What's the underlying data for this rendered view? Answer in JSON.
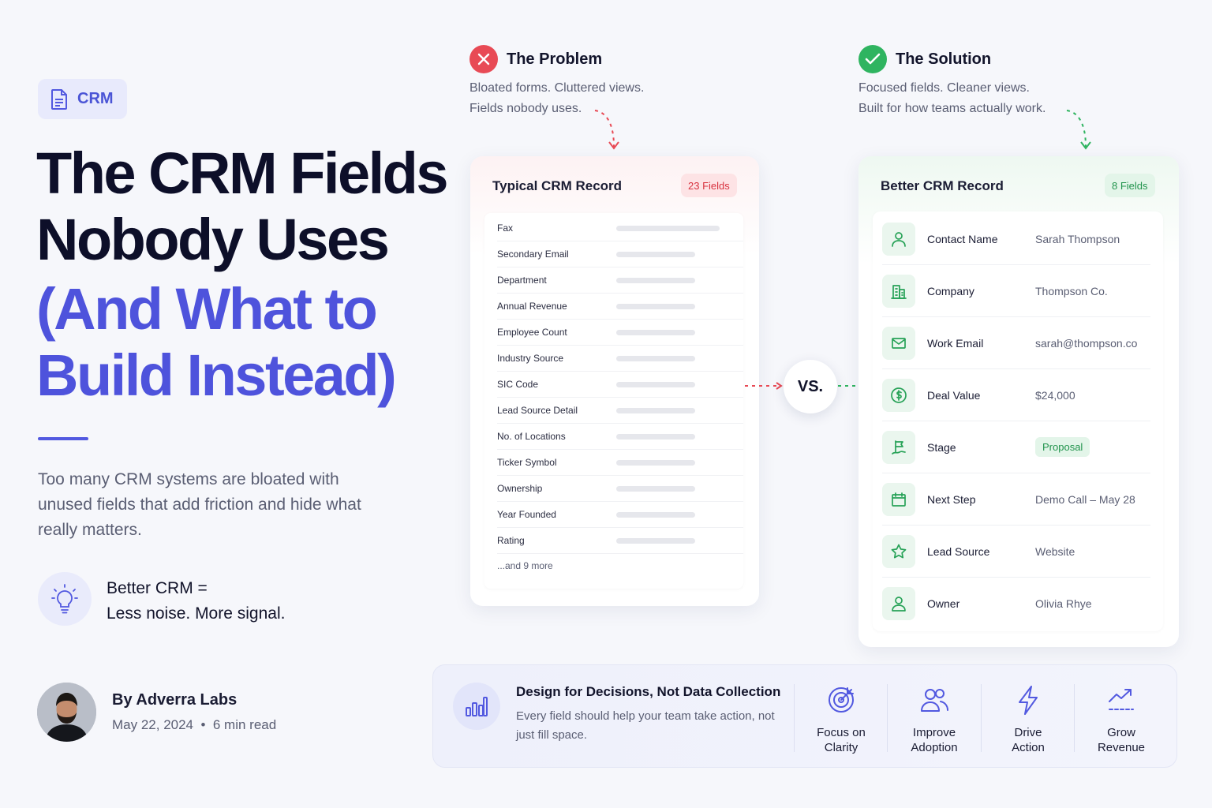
{
  "tag": {
    "label": "CRM"
  },
  "title": {
    "line1": "The CRM Fields",
    "line2": "Nobody Uses",
    "line3": "(And What to",
    "line4": "Build Instead)"
  },
  "intro": "Too many CRM systems are bloated with unused fields that add friction and hide what really matters.",
  "tagline": {
    "line1": "Better CRM =",
    "line2": "Less noise. More signal."
  },
  "author": {
    "name": "By Adverra Labs",
    "date": "May 22, 2024",
    "sep": "•",
    "read": "6 min read"
  },
  "problem": {
    "title": "The Problem",
    "desc1": "Bloated forms. Cluttered views.",
    "desc2": "Fields nobody uses."
  },
  "solution": {
    "title": "The Solution",
    "desc1": "Focused fields. Cleaner views.",
    "desc2": "Built for how teams actually work."
  },
  "typical_card": {
    "title": "Typical CRM Record",
    "badge": "23 Fields",
    "rows": [
      "Fax",
      "Secondary Email",
      "Department",
      "Annual Revenue",
      "Employee Count",
      "Industry Source",
      "SIC Code",
      "Lead Source Detail",
      "No. of Locations",
      "Ticker Symbol",
      "Ownership",
      "Year Founded",
      "Rating"
    ],
    "more": "...and 9 more"
  },
  "vs": "VS.",
  "better_card": {
    "title": "Better CRM Record",
    "badge": "8 Fields",
    "rows": [
      {
        "icon": "user-icon",
        "label": "Contact Name",
        "value": "Sarah Thompson"
      },
      {
        "icon": "building-icon",
        "label": "Company",
        "value": "Thompson Co."
      },
      {
        "icon": "mail-icon",
        "label": "Work Email",
        "value": "sarah@thompson.co"
      },
      {
        "icon": "dollar-icon",
        "label": "Deal Value",
        "value": "$24,000"
      },
      {
        "icon": "stage-icon",
        "label": "Stage",
        "value": "Proposal"
      },
      {
        "icon": "calendar-icon",
        "label": "Next Step",
        "value": "Demo Call – May 28"
      },
      {
        "icon": "star-icon",
        "label": "Lead Source",
        "value": "Website"
      },
      {
        "icon": "owner-icon",
        "label": "Owner",
        "value": "Olivia Rhye"
      }
    ]
  },
  "banner": {
    "title": "Design for Decisions, Not Data Collection",
    "desc": "Every field should help your team take action, not just fill space.",
    "pillars": [
      {
        "icon": "target-icon",
        "line1": "Focus on",
        "line2": "Clarity"
      },
      {
        "icon": "users-icon",
        "line1": "Improve",
        "line2": "Adoption"
      },
      {
        "icon": "bolt-icon",
        "line1": "Drive",
        "line2": "Action"
      },
      {
        "icon": "trend-icon",
        "line1": "Grow",
        "line2": "Revenue"
      }
    ]
  },
  "colors": {
    "accent": "#4e53dc",
    "problem": "#e84a55",
    "solution": "#2fb460"
  }
}
